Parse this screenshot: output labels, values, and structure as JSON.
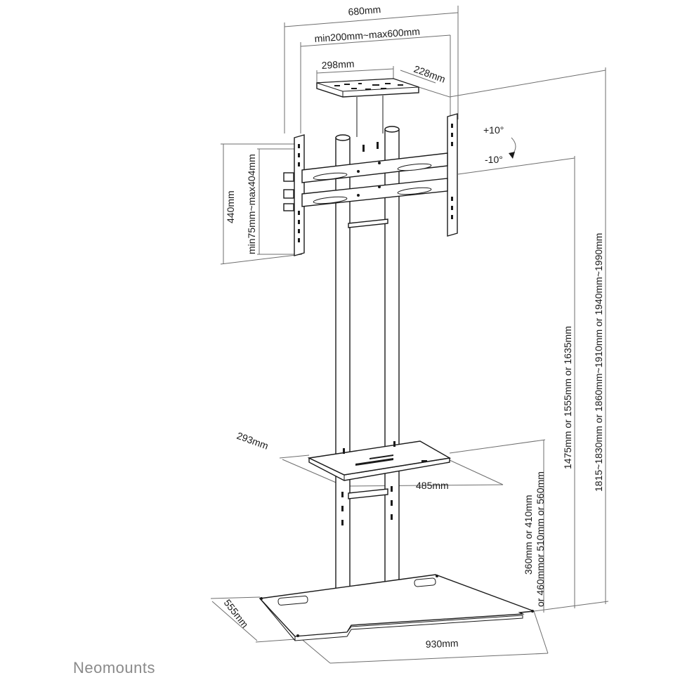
{
  "labels": {
    "total_width": "680mm",
    "vesa_width": "min200mm~max600mm",
    "top_shelf_width": "298mm",
    "top_shelf_depth": "228mm",
    "tilt_up": "+10°",
    "tilt_down": "-10°",
    "bracket_height": "440mm",
    "vesa_height": "min75mm~max404mm",
    "center_height": "1475mm or 1555mm or 1635mm",
    "total_height": "1815~1830mm or 1860mm~1910mm or 1940mm~1990mm",
    "shelf_depth": "293mm",
    "shelf_width": "485mm",
    "shelf_height_line1": "360mm or 410mm",
    "shelf_height_line2": "or 460mmor 510mm or 560mm",
    "base_depth": "555mm",
    "base_width": "930mm"
  },
  "brand": "Neomounts"
}
